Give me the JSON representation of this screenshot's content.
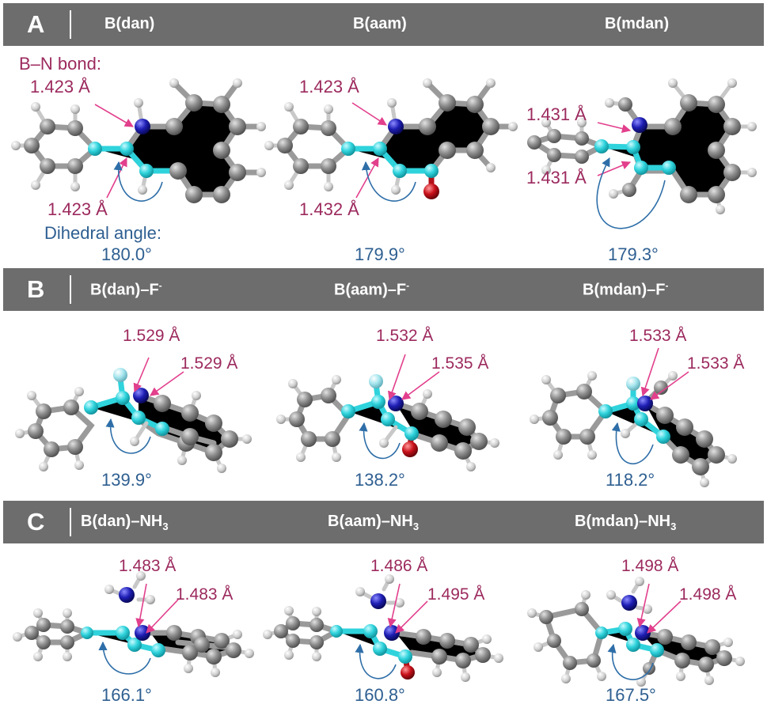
{
  "panels": [
    {
      "letter": "A",
      "molecules": [
        {
          "name": "B(dan)",
          "bond_top": "1.423 Å",
          "bond_bottom": "1.423 Å",
          "angle": "180.0°"
        },
        {
          "name": "B(aam)",
          "bond_top": "1.423 Å",
          "bond_bottom": "1.432 Å",
          "angle": "179.9°"
        },
        {
          "name": "B(mdan)",
          "bond_top": "1.431 Å",
          "bond_bottom": "1.431 Å",
          "angle": "179.3°"
        }
      ],
      "bond_caption": "B–N bond:",
      "angle_caption": "Dihedral angle:"
    },
    {
      "letter": "B",
      "molecules": [
        {
          "name_base": "B(dan)–F",
          "name_sup": "-",
          "bond_top": "1.529 Å",
          "bond_bottom": "1.529 Å",
          "angle": "139.9°"
        },
        {
          "name_base": "B(aam)–F",
          "name_sup": "-",
          "bond_top": "1.532 Å",
          "bond_bottom": "1.535 Å",
          "angle": "138.2°"
        },
        {
          "name_base": "B(mdan)–F",
          "name_sup": "-",
          "bond_top": "1.533 Å",
          "bond_bottom": "1.533 Å",
          "angle": "118.2°"
        }
      ]
    },
    {
      "letter": "C",
      "molecules": [
        {
          "name_base": "B(dan)–NH",
          "name_sub": "3",
          "bond_top": "1.483 Å",
          "bond_bottom": "1.483 Å",
          "angle": "166.1°"
        },
        {
          "name_base": "B(aam)–NH",
          "name_sub": "3",
          "bond_top": "1.486 Å",
          "bond_bottom": "1.495 Å",
          "angle": "160.8°"
        },
        {
          "name_base": "B(mdan)–NH",
          "name_sub": "3",
          "bond_top": "1.498 Å",
          "bond_bottom": "1.498 Å",
          "angle": "167.5°"
        }
      ]
    }
  ],
  "colors": {
    "header_bg": "#6d6d6d",
    "bond_annotation": "#9c2a5e",
    "angle_annotation": "#2e5f91",
    "carbon": "#8a8a8a",
    "boron": "#2fd3dc",
    "nitrogen": "#1e1eb4",
    "oxygen": "#c8101a",
    "fluorine": "#a6e6ee",
    "hydrogen": "#d4d4d4",
    "arrow_pink": "#e23f8c",
    "arrow_blue": "#2e6ea8"
  }
}
